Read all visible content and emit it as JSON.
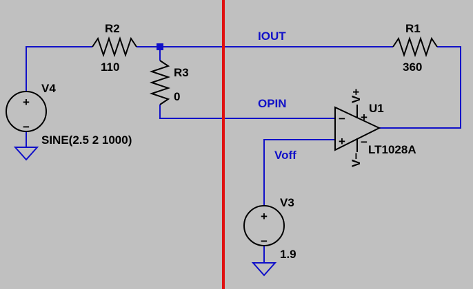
{
  "colors": {
    "background": "#c0c0c0",
    "wire": "#1010c8",
    "component": "#000000",
    "divider": "#e01010",
    "net_label": "#1010c8"
  },
  "components": {
    "r2": {
      "name": "R2",
      "value": "110"
    },
    "r1": {
      "name": "R1",
      "value": "360"
    },
    "r3": {
      "name": "R3",
      "value": "0"
    },
    "v4": {
      "name": "V4",
      "value": "SINE(2.5 2 1000)"
    },
    "v3": {
      "name": "V3",
      "value": "1.9"
    },
    "u1": {
      "name": "U1",
      "value": "LT1028A",
      "plus_sign": "+",
      "minus_sign": "−",
      "vplus_label": "V+",
      "vminus_label": "V−"
    }
  },
  "nets": {
    "iout": "IOUT",
    "opin": "OPIN",
    "voff": "Voff"
  },
  "source_signs": {
    "plus": "+",
    "minus": "−"
  }
}
